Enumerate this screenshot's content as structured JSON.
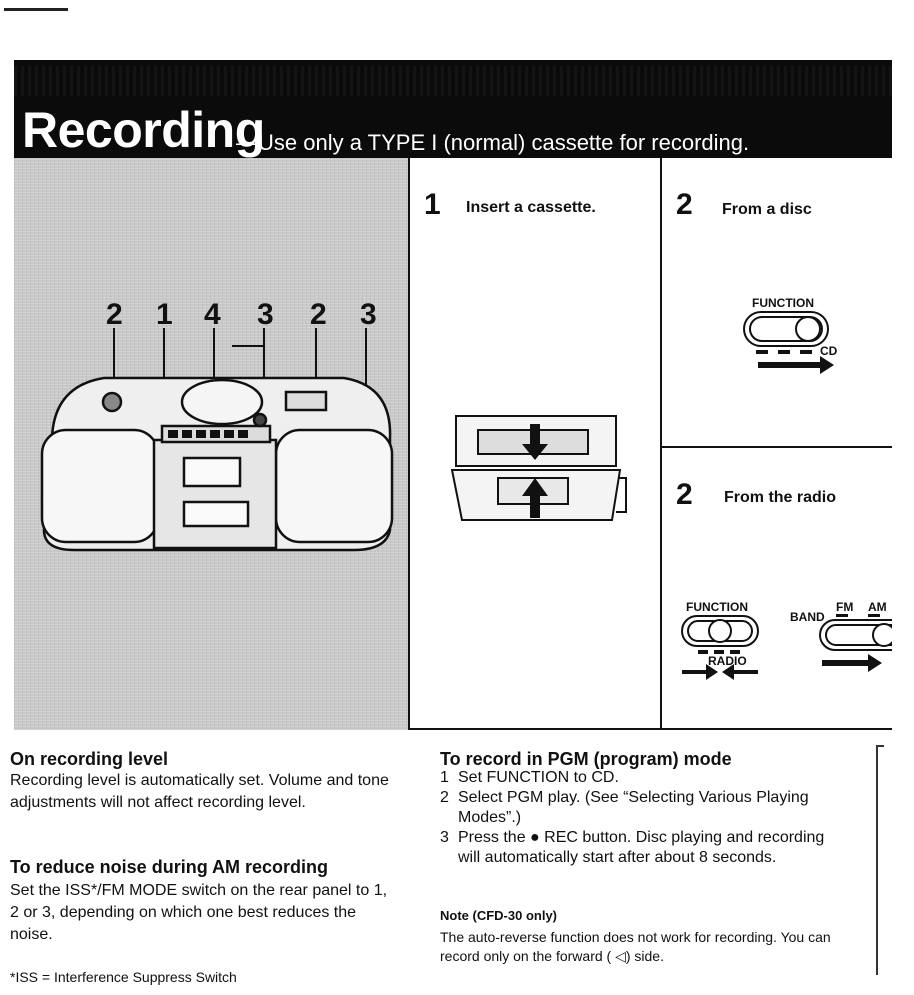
{
  "header": {
    "title": "Recording",
    "subtitle": "—Use only a TYPE I (normal) cassette for recording."
  },
  "illustration": {
    "callouts": [
      "2",
      "1",
      "4",
      "3",
      "2",
      "3"
    ]
  },
  "panel1": {
    "number": "1",
    "label": "Insert a cassette."
  },
  "panel2_disc": {
    "number": "2",
    "label": "From a disc",
    "function_label": "FUNCTION",
    "cd_label": "CD"
  },
  "panel2_radio": {
    "number": "2",
    "label": "From the radio",
    "function_label": "FUNCTION",
    "radio_label": "RADIO",
    "band_label": "BAND",
    "fm_label": "FM",
    "am_label": "AM"
  },
  "left_column": {
    "level_title": "On recording level",
    "level_text": "Recording level is automatically set. Volume and tone adjustments will not affect recording level.",
    "noise_title": "To reduce noise during AM recording",
    "noise_text": "Set the ISS*/FM MODE switch on the rear panel to 1, 2 or 3, depending on which one best reduces the noise.",
    "footnote": "*ISS = Interference Suppress Switch"
  },
  "right_column": {
    "pgm_title": "To record in PGM (program) mode",
    "steps": [
      {
        "n": "1",
        "text": "Set FUNCTION to CD."
      },
      {
        "n": "2",
        "text": "Select PGM play. (See “Selecting Various Playing Modes”.)"
      },
      {
        "n": "3",
        "text": "Press the ● REC button. Disc playing and recording will automatically start after about 8 seconds."
      }
    ],
    "note_title": "Note (CFD-30 only)",
    "note_text": "The auto-reverse function does not work for recording. You can record only on the forward ( ◁) side."
  }
}
